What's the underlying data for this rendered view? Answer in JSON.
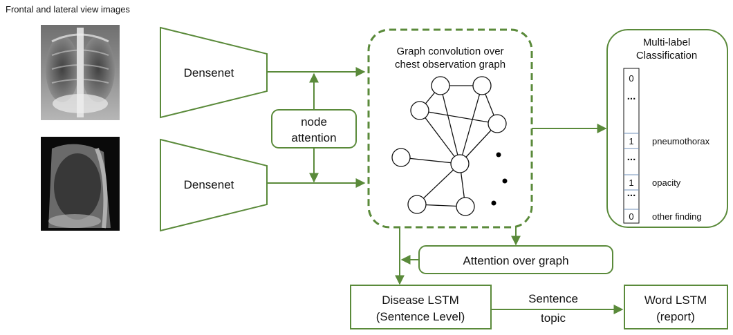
{
  "caption": "Frontal and lateral view images",
  "encoder": {
    "top_label": "Densenet",
    "bottom_label": "Densenet"
  },
  "node_attention": {
    "line1": "node",
    "line2": "attention"
  },
  "graph": {
    "title_line1": "Graph convolution over",
    "title_line2": "chest observation graph"
  },
  "classification": {
    "title_line1": "Multi-label",
    "title_line2": "Classification",
    "cells": [
      {
        "value": "0",
        "label": ""
      },
      {
        "value": "...",
        "label": ""
      },
      {
        "value": "1",
        "label": "pneumothorax"
      },
      {
        "value": "...",
        "label": ""
      },
      {
        "value": "1",
        "label": "opacity"
      },
      {
        "value": "...",
        "label": ""
      },
      {
        "value": "0",
        "label": "other finding"
      }
    ]
  },
  "attention_over_graph": "Attention over graph",
  "disease_lstm": {
    "line1": "Disease LSTM",
    "line2": "(Sentence Level)"
  },
  "sentence_topic": {
    "line1": "Sentence",
    "line2": "topic"
  },
  "word_lstm": {
    "line1": "Word LSTM",
    "line2": "(report)"
  },
  "colors": {
    "accent": "#5a8a3a",
    "cell_border": "#6f8fb8"
  }
}
